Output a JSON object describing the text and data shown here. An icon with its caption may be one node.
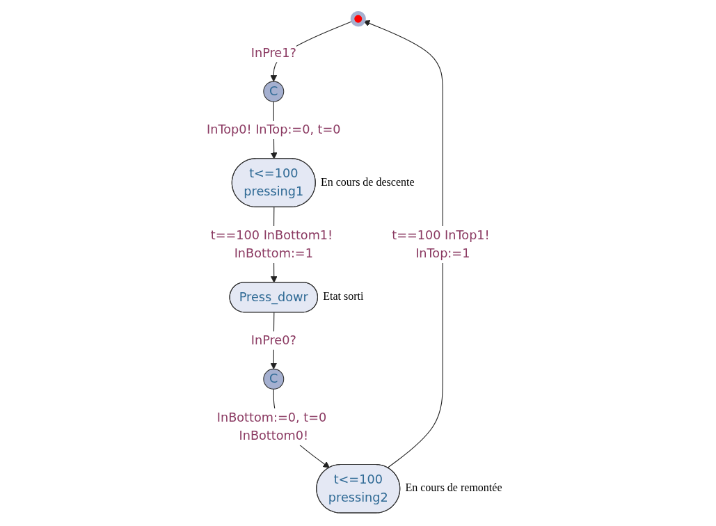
{
  "diagram": {
    "nodes": [
      {
        "text": [],
        "shape": "circle"
      },
      {
        "text": [
          "C"
        ]
      },
      {
        "text": [
          "t<=100",
          "pressing1"
        ],
        "beside": [
          "En cours de descente"
        ]
      },
      {
        "text": [
          "Press_dowr"
        ],
        "beside": [
          "Etat sorti"
        ]
      },
      {
        "text": [
          "C"
        ]
      },
      {
        "text": [
          "t<=100",
          "pressing2"
        ],
        "beside": [
          "En cours de remontée"
        ]
      }
    ],
    "edges": [
      {
        "from": 0,
        "to": 1,
        "arrow": "to",
        "label": "InPre1?"
      },
      {
        "from": 1,
        "to": 2,
        "arrow": "to",
        "label": "InTop0! InTop:=0, t=0"
      },
      {
        "from": 2,
        "to": 3,
        "arrow": "to",
        "label": "t==100 InBottom1! InBottom:=1"
      },
      {
        "from": 3,
        "to": 4,
        "arrow": "to",
        "label": "InPre0?"
      },
      {
        "from": 4,
        "to": 5,
        "arrow": "to",
        "label": "InBottom:=0, t=0 InBottom0!"
      },
      {
        "from": 5,
        "to": 0,
        "arrow": "to",
        "label": "t==100 InTop1! InTop:=1"
      }
    ]
  }
}
